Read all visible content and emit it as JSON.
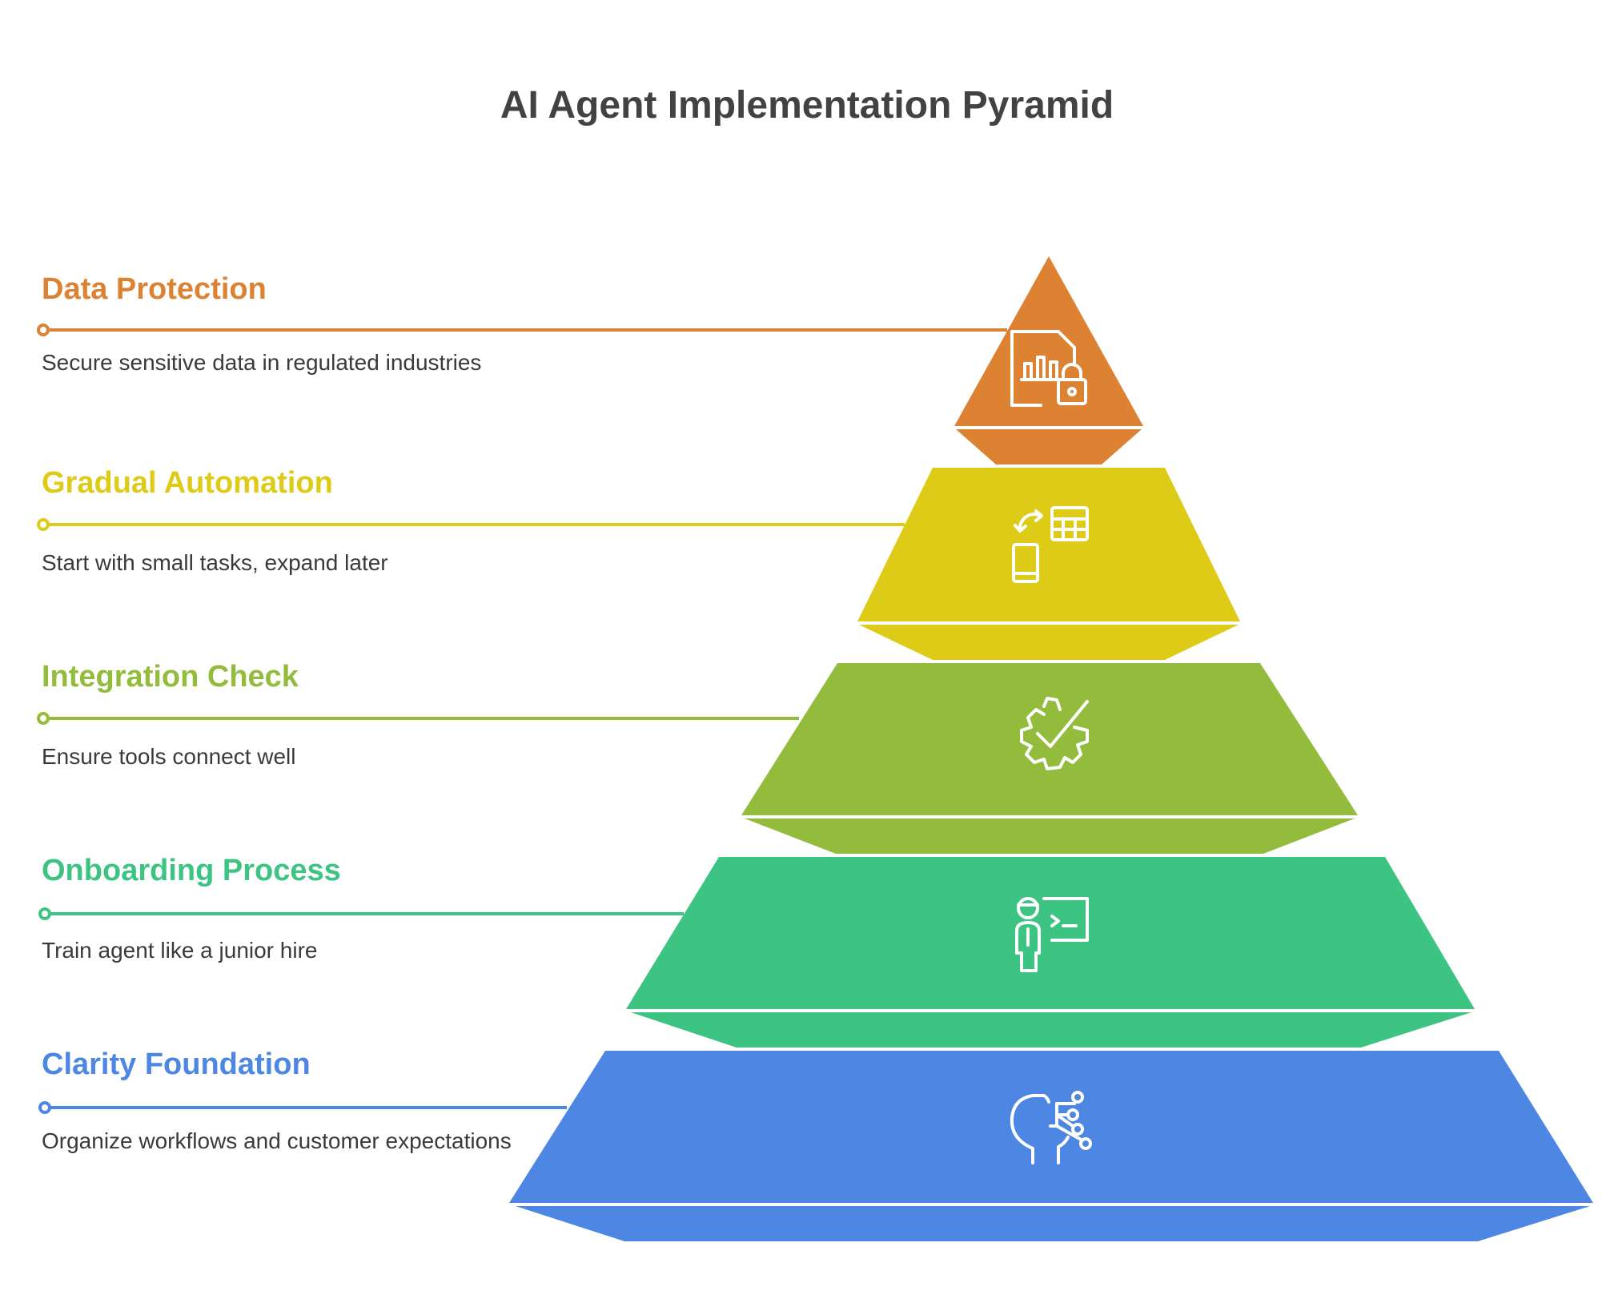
{
  "title": "AI Agent Implementation Pyramid",
  "tiers": [
    {
      "title": "Data Protection",
      "description": "Secure sensitive data in regulated industries",
      "color": "#DD8233",
      "icon": "document-chart-lock-icon"
    },
    {
      "title": "Gradual Automation",
      "description": "Start with small tasks, expand later",
      "color": "#DDCB18",
      "icon": "mobile-to-spreadsheet-icon"
    },
    {
      "title": "Integration Check",
      "description": "Ensure tools connect well",
      "color": "#93BC3C",
      "icon": "gear-checkmark-icon"
    },
    {
      "title": "Onboarding Process",
      "description": "Train agent like a junior hire",
      "color": "#3DC483",
      "icon": "person-terminal-icon"
    },
    {
      "title": "Clarity Foundation",
      "description": "Organize workflows and customer expectations",
      "color": "#4E86E4",
      "icon": "head-circuit-icon"
    }
  ]
}
